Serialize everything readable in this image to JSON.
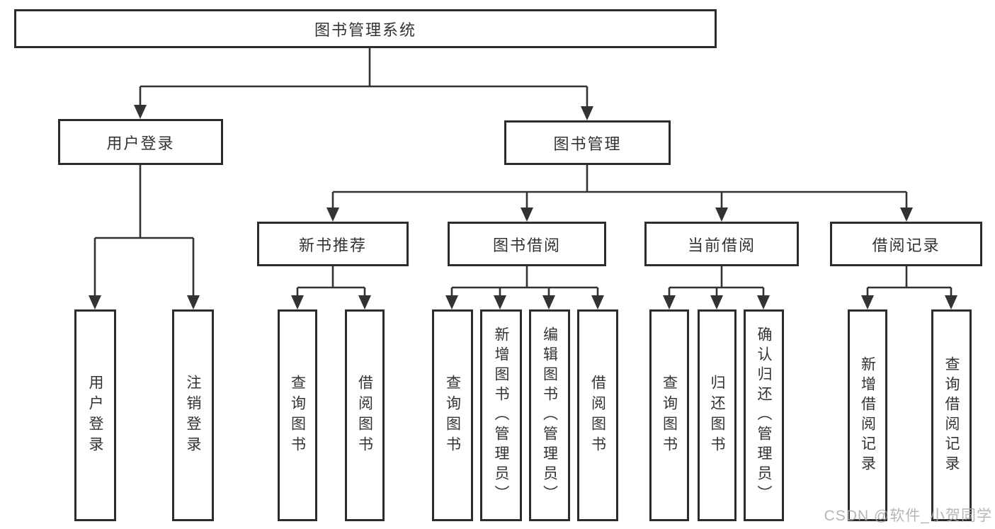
{
  "diagram": {
    "watermark": "CSDN @软件_小贺同学",
    "colors": {
      "line": "#333333",
      "border": "#2d2d2d",
      "fill": "#ffffff",
      "text": "#333333",
      "watermark": "#a9a9a9"
    },
    "nodes": {
      "root": "图书管理系统",
      "user_login": "用户登录",
      "book_mgmt": "图书管理",
      "new_books": "新书推荐",
      "book_borrow": "图书借阅",
      "current_borrow": "当前借阅",
      "borrow_records": "借阅记录",
      "leaves": {
        "ul_login": "用户登录",
        "ul_logout": "注销登录",
        "nb_query": "查询图书",
        "nb_borrow": "借阅图书",
        "bb_query": "查询图书",
        "bb_add": "新增图书（管理员）",
        "bb_edit": "编辑图书（管理员）",
        "bb_borrow": "借阅图书",
        "cb_query": "查询图书",
        "cb_return": "归还图书",
        "cb_confirm": "确认归还（管理员）",
        "br_add": "新增借阅记录",
        "br_query": "查询借阅记录"
      }
    }
  }
}
